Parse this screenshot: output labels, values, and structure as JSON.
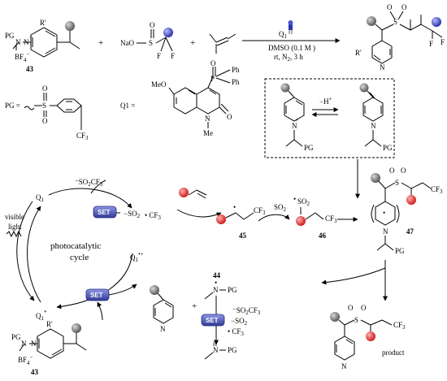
{
  "colors": {
    "gray_ball": "#7f7f7f",
    "blue_ball": "#4a52c8",
    "red_ball": "#e43a3a",
    "set_box": "#4651a8"
  },
  "top": {
    "reagent_label": "43",
    "pg": "PG",
    "n": "N",
    "nplus": "N",
    "plus": "+",
    "r_prime": "R'",
    "bf4": "BF",
    "bf4_sub": "4",
    "bf4_sup": "−",
    "plus_sign_1": "+",
    "plus_sign_2": "+",
    "nao": "NaO",
    "s": "S",
    "f1": "F",
    "f2": "F",
    "o": "O",
    "catalyst": "Q",
    "catalyst_sub": "1",
    "conditions_1": "DMSO (0.1 M )",
    "conditions_2": "rt, N",
    "conditions_2_sub": "2",
    "conditions_2_end": ", 3 h",
    "prod_r": "R'",
    "prod_n": "N",
    "prod_f1": "F",
    "prod_f2": "F"
  },
  "defs": {
    "pg_eq": "PG =",
    "cf3": "CF",
    "cf3_sub": "3",
    "q1_eq": "Q1 =",
    "meo": "MeO",
    "ph1": "Ph",
    "ph2": "Ph",
    "p": "P",
    "o": "O",
    "n": "N",
    "me": "Me"
  },
  "box": {
    "minus_h": "−H",
    "minus_h_sup": "+",
    "n1": "N",
    "n2": "N",
    "pg1": "PG",
    "pg2": "PG",
    "plus": "+"
  },
  "cycle": {
    "so2cf3": "SO",
    "so2cf3_sub": "2",
    "so2cf3_end": "CF",
    "so2cf3_sub2": "3",
    "q1_top": "Q",
    "q1_top_sub": "1",
    "set1": "SET",
    "set2": "SET",
    "set3": "SET",
    "minus_so2": "−SO",
    "minus_so2_sub": "2",
    "cf3_radical": "• CF",
    "cf3_radical_sub": "3",
    "visible": "visible",
    "light": "light",
    "photocatalytic": "photocatalytic",
    "cycle": "cycle",
    "q1_plus": "Q",
    "q1_plus_sub": "1",
    "q1_plus_sup": "•+",
    "q1_star": "Q",
    "q1_star_sub": "1",
    "q1_star_sup": "*",
    "reagent_label": "43"
  },
  "radicals": {
    "label_45": "45",
    "label_46": "46",
    "label_47": "47",
    "label_44": "44",
    "so2": "SO",
    "so2_sub": "2",
    "cf3": "CF",
    "cf3_sub": "3",
    "n": "N",
    "pg": "PG",
    "product": "product",
    "so2cf3_2": "SO",
    "minus_so2": "−SO",
    "cf3_rad": "• CF"
  }
}
